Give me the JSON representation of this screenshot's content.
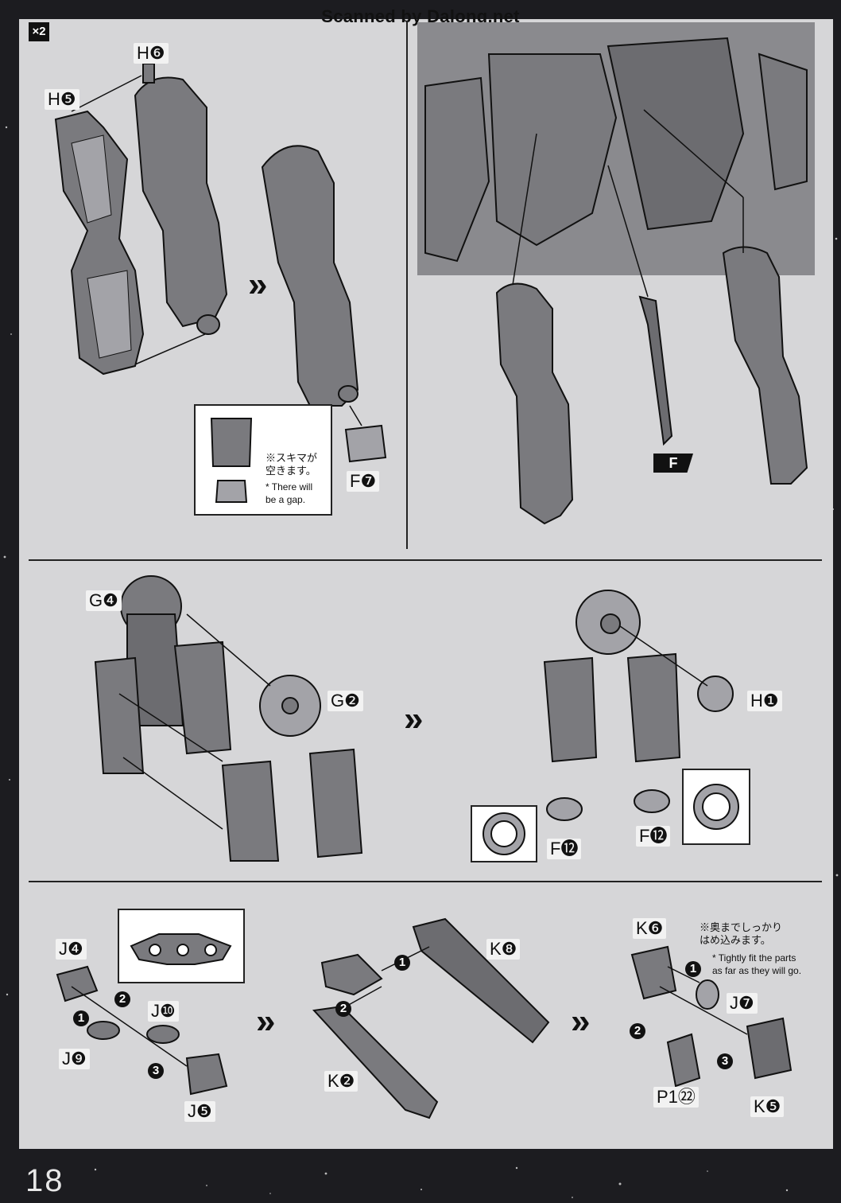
{
  "header": {
    "watermark": "Scanned by Dalong.net",
    "quantity_badge": "×2"
  },
  "step1": {
    "labels": {
      "h6": "H❻",
      "h5": "H❺",
      "f7": "F❼"
    },
    "inset_note_jp": "※スキマが\n空きます。",
    "inset_note_en": "* There will\nbe a gap."
  },
  "step2": {
    "label_f": "F"
  },
  "step3": {
    "labels": {
      "g4": "G❹",
      "g2": "G❷",
      "h1": "H❶",
      "f12_left": "F⓬",
      "f12_right": "F⓬"
    }
  },
  "step4": {
    "labels": {
      "j4": "J❹",
      "j10": "J❿",
      "j9": "J❾",
      "j5": "J❺",
      "k8": "K❽",
      "k2": "K❷",
      "k6": "K❻",
      "j7": "J❼",
      "p1_22": "P1㉒",
      "k5": "K❺"
    },
    "order_markers": [
      "1",
      "2",
      "3"
    ],
    "fit_note_jp": "※奥までしっかり\nはめ込みます。",
    "fit_note_en": "* Tightly fit the parts\nas far as they will go."
  },
  "footer": {
    "page_number": "18"
  },
  "colors": {
    "part_fill": "#7a7a7e",
    "part_light": "#a3a3a8",
    "part_dark": "#555559",
    "ink": "#111111"
  }
}
